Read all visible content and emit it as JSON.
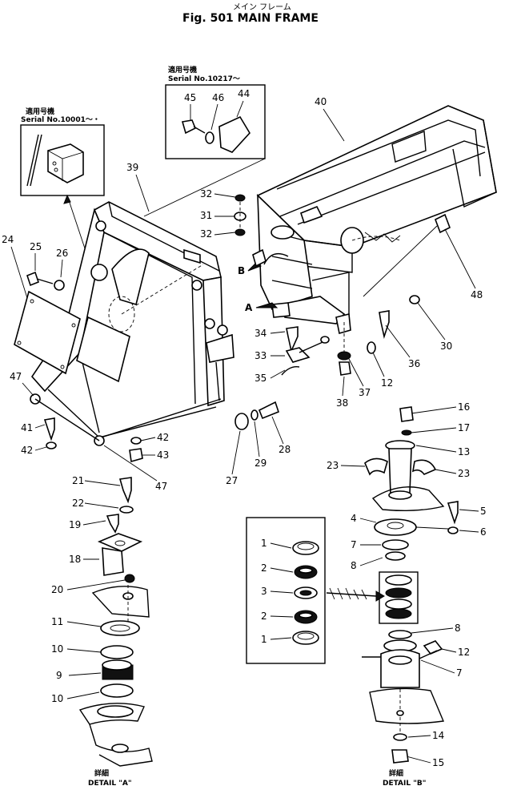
{
  "title": {
    "japanese": "メイン フレーム",
    "main": "Fig. 501  MAIN  FRAME"
  },
  "serial_boxes": [
    {
      "japanese": "適用号機",
      "serial": "Serial No.10001～・"
    },
    {
      "japanese": "適用号機",
      "serial": "Serial No.10217～"
    }
  ],
  "details": [
    {
      "japanese": "詳細",
      "label": "DETAIL \"A\""
    },
    {
      "japanese": "詳細",
      "label": "DETAIL \"B\""
    }
  ],
  "arrow_letters": [
    "A",
    "B"
  ],
  "callouts": [
    "45",
    "46",
    "44",
    "40",
    "39",
    "32",
    "31",
    "32",
    "24",
    "25",
    "26",
    "48",
    "30",
    "34",
    "33",
    "35",
    "12",
    "36",
    "37",
    "38",
    "47",
    "41",
    "42",
    "42",
    "43",
    "47",
    "27",
    "29",
    "28",
    "16",
    "17",
    "13",
    "23",
    "23",
    "5",
    "6",
    "4",
    "7",
    "8",
    "1",
    "2",
    "3",
    "2",
    "1",
    "21",
    "22",
    "19",
    "18",
    "20",
    "11",
    "10",
    "9",
    "10",
    "8",
    "12",
    "7",
    "14",
    "15"
  ]
}
